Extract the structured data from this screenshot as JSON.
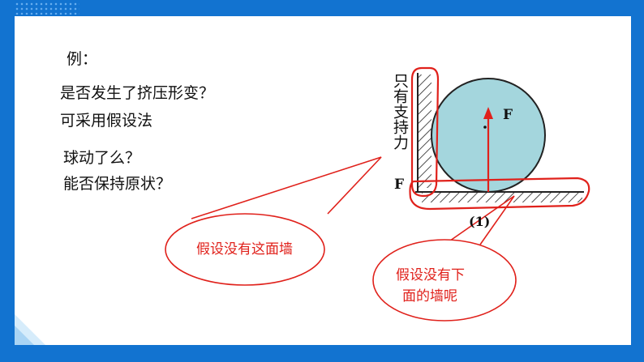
{
  "slide": {
    "example_label": "例：",
    "question_1": "是否发生了挤压形变？",
    "question_2": "可采用假设法",
    "question_3": "球动了么？",
    "question_4": "能否保持原状？"
  },
  "diagram": {
    "vertical_label": "只有支持力",
    "vertical_label_f": "F",
    "force_label": "F",
    "figure_label": "(1)",
    "ball_color": "#a4d6dd",
    "arrow_color": "#e0211b",
    "highlight_color": "#e0211b"
  },
  "callouts": {
    "left": "假设没有这面墙",
    "right_line_1": "假设没有下",
    "right_line_2": "面的墙呢"
  },
  "theme": {
    "frame_color": "#1273d0"
  }
}
